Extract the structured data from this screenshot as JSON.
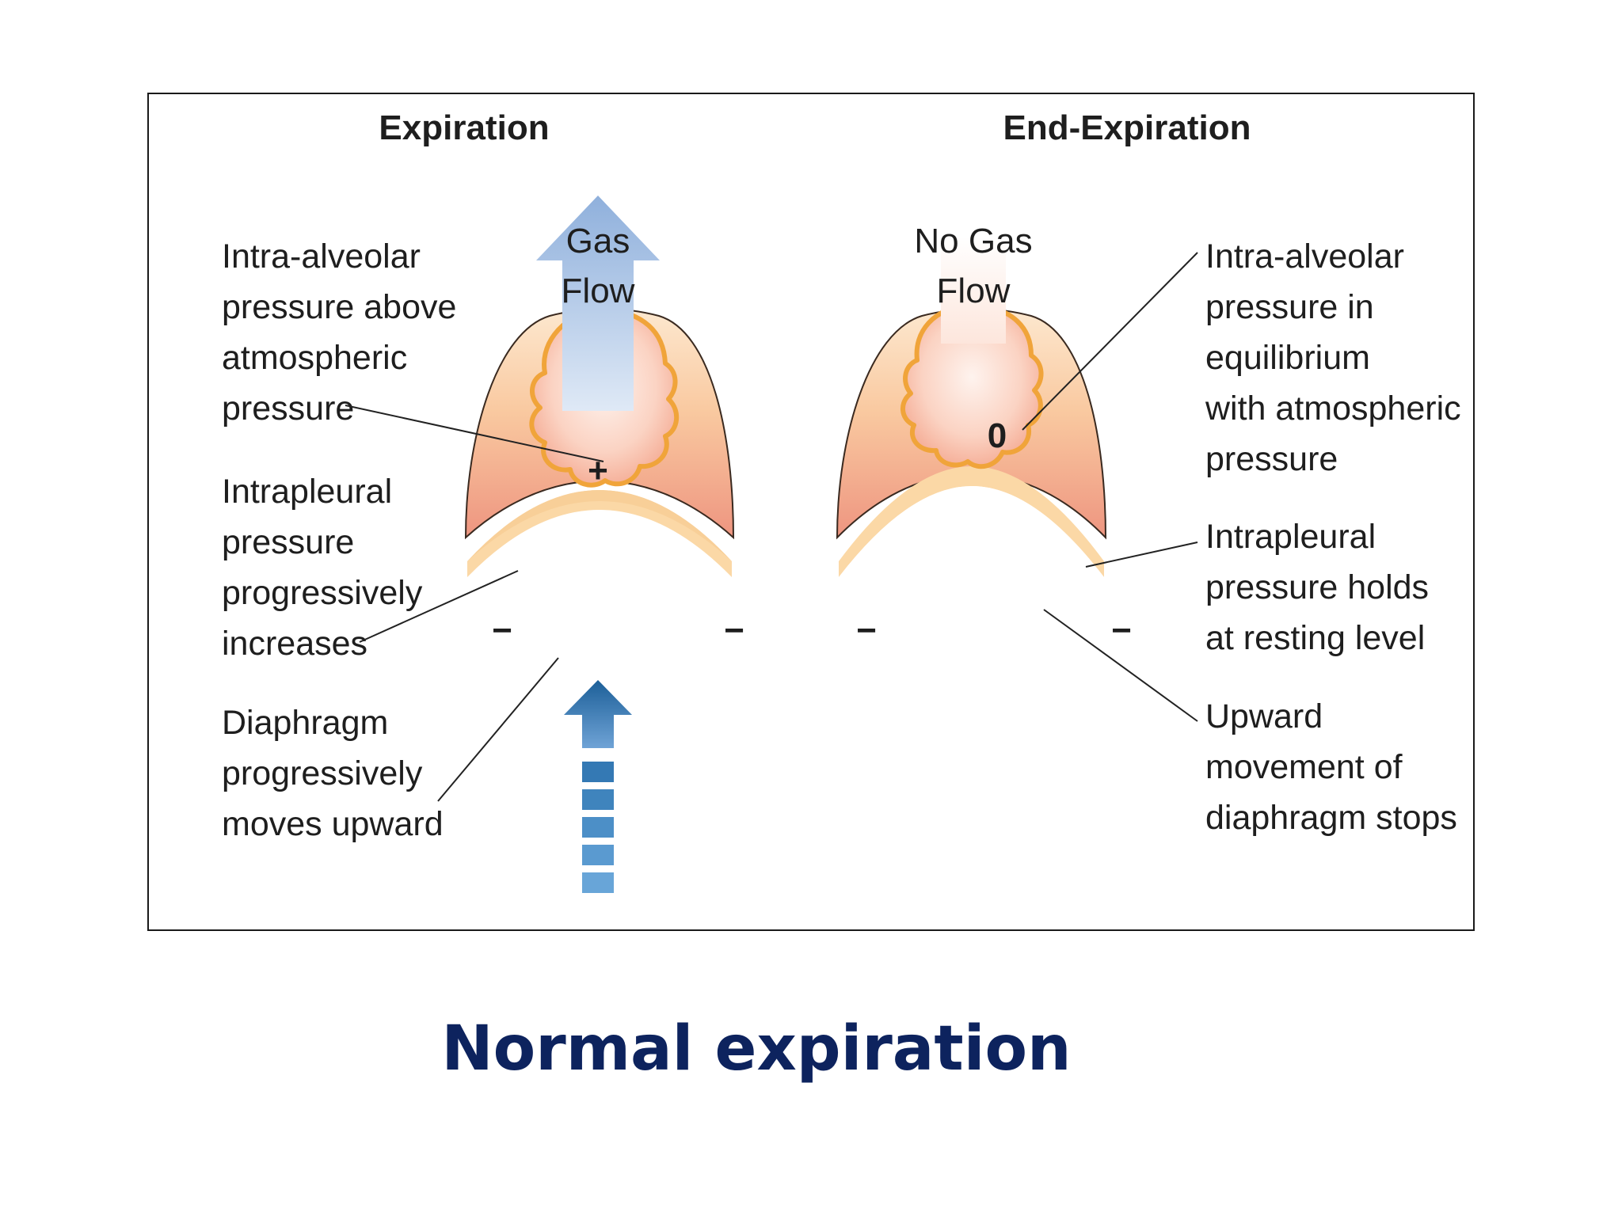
{
  "slide_title": "Normal expiration",
  "panels": {
    "left": {
      "title": "Expiration",
      "arrow_text": [
        "Gas",
        "Flow"
      ],
      "sign_alveolar": "+",
      "sign_pleural_left": "−",
      "sign_pleural_right": "−",
      "labels": {
        "alveolar": [
          "Intra-alveolar",
          "pressure above",
          "atmospheric",
          "pressure"
        ],
        "pleural": [
          "Intrapleural",
          "pressure",
          "progressively",
          "increases"
        ],
        "diaphragm": [
          "Diaphragm",
          "progressively",
          "moves upward"
        ]
      }
    },
    "right": {
      "title": "End-Expiration",
      "flow_text": [
        "No Gas",
        "Flow"
      ],
      "sign_alveolar": "0",
      "sign_pleural_left": "−",
      "sign_pleural_right": "−",
      "labels": {
        "alveolar": [
          "Intra-alveolar",
          "pressure in",
          "equilibrium",
          "with atmospheric",
          "pressure"
        ],
        "pleural": [
          "Intrapleural",
          "pressure holds",
          "at resting level"
        ],
        "diaphragm": [
          "Upward",
          "movement of",
          "diaphragm stops"
        ]
      }
    }
  },
  "colors": {
    "pleural_top": "#fde3c4",
    "pleural_bottom": "#ef9a80",
    "alveolus_border": "#f0a43a",
    "alveolus_fill_center": "#fdeee8",
    "alveolus_fill_edge": "#f5b29b",
    "diaphragm": "#fbd8a6",
    "gas_arrow": "#a9c3e6",
    "diaphragm_arrow": "#1f6aa5",
    "title": "#0d235e"
  }
}
